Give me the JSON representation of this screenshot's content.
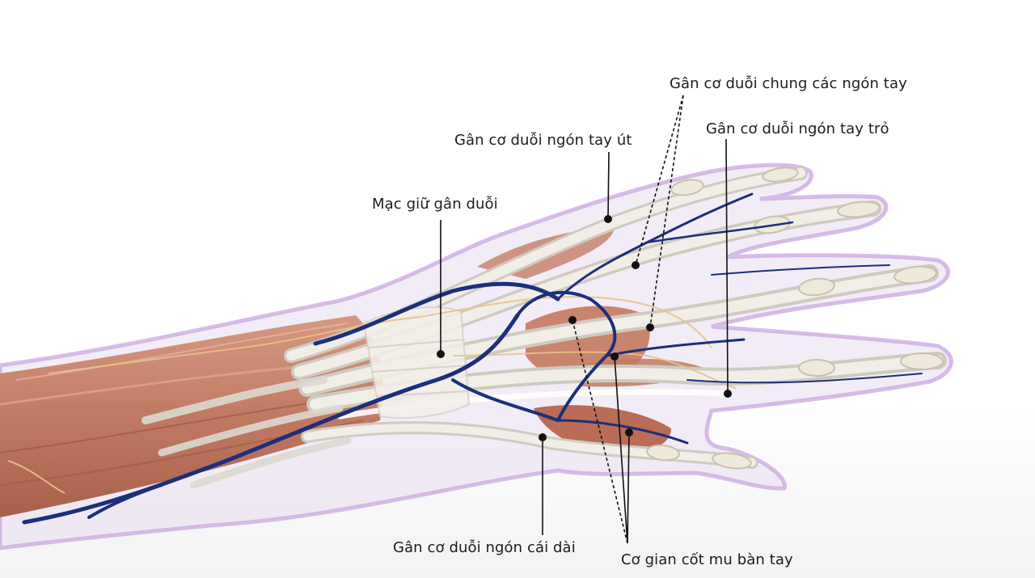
{
  "labels": {
    "common_extensor": "Gân cơ duỗi chung các ngón tay",
    "index_extensor": "Gân cơ duỗi ngón tay trỏ",
    "little_finger_extensor": "Gân cơ duỗi ngón tay út",
    "extensor_retinaculum": "Mạc giữ gân duỗi",
    "extensor_pollicis_longus": "Gân cơ duỗi ngón cái dài",
    "dorsal_interossei": "Cơ gian cốt mu bàn tay"
  },
  "colors": {
    "muscle": "#c07a63",
    "tendon": "#e4e1da",
    "vein": "#1c2f7a",
    "skin_outline": "#c9a7df",
    "nerve": "#e8c28a",
    "leader": "#111111"
  }
}
